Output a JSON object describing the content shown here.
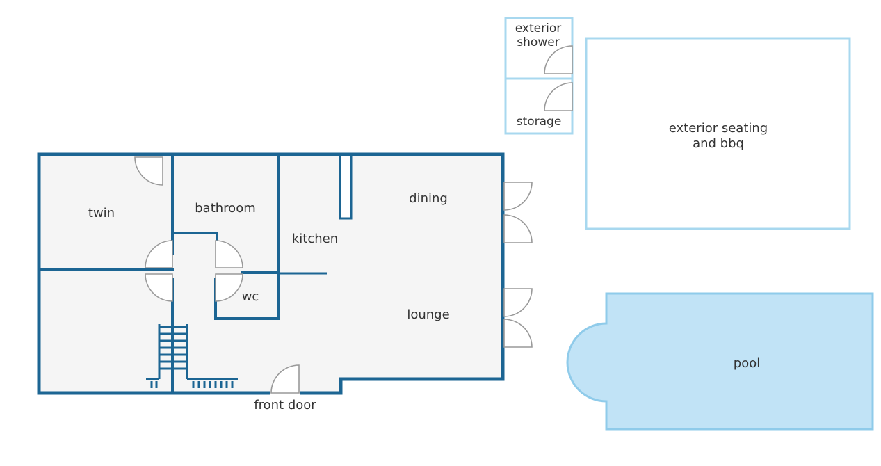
{
  "labels": {
    "twin": "twin",
    "bathroom": "bathroom",
    "kitchen": "kitchen",
    "dining": "dining",
    "wc": "wc",
    "lounge": "lounge",
    "front_door": "front door",
    "exterior_shower_line1": "exterior",
    "exterior_shower_line2": "shower",
    "storage": "storage",
    "exterior_seating_line1": "exterior seating",
    "exterior_seating_line2": "and bbq",
    "pool": "pool"
  },
  "colors": {
    "wall": "#1c6593",
    "exterior_wall": "#a8d8ef",
    "floor": "#f5f5f5",
    "pool_fill": "#c1e3f6",
    "pool_edge": "#8fcbea",
    "door": "#999999",
    "text": "#333333"
  }
}
